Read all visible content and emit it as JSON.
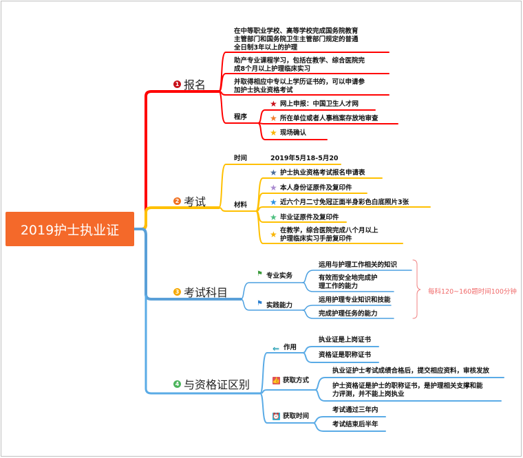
{
  "root": "2019护士执业证",
  "branches": [
    {
      "num": "1",
      "label": "报名",
      "color": "#ff0000",
      "items": [
        "在中等职业学校、高等学校完成国务院教育",
        "主管部门和国务院卫生主管部门规定的普通",
        "全日制3年以上的护理",
        "助产专业课程学习，包括在教学、综合医院完",
        "成8个月以上护理临床实习",
        "并取得相应中专以上学历证书的，可以申请参",
        "加护士执业资格考试"
      ],
      "process_label": "程序",
      "process": [
        "网上申报：中国卫生人才网",
        "所在单位或者人事档案存放地审查",
        "现场确认"
      ]
    },
    {
      "num": "2",
      "label": "考试",
      "color": "#ffc000",
      "time_label": "时间",
      "time_value": "2019年5月18-5月20",
      "materials_label": "材料",
      "materials": [
        "护士执业资格考试报名申请表",
        "本人身份证原件及复印件",
        "近六个月二寸免冠正面半身彩色白底照片3张",
        "毕业证原件及复印件",
        "在教学，综合医院完成八个月以上",
        "护理临床实习手册复印件"
      ]
    },
    {
      "num": "3",
      "label": "考试科目",
      "color": "#4a9fe0",
      "subjects": [
        {
          "label": "专业实务",
          "items": [
            "运用与护理工作相关的知识",
            "有效而安全地完成护",
            "理工作的能力"
          ]
        },
        {
          "label": "实践能力",
          "items": [
            "运用护理专业知识和技能",
            "完成护理任务的能力"
          ]
        }
      ],
      "note": "每科120~160题时间100分钟"
    },
    {
      "num": "4",
      "label": "与资格证区别",
      "color": "#5aabe6",
      "groups": [
        {
          "label": "作用",
          "items": [
            "执业证是上岗证书",
            "资格证是职称证书"
          ]
        },
        {
          "label": "获取方式",
          "items": [
            "执业证护士考试成绩合格后，提交相应资料，审核发放",
            "护士资格证是护士的职称证书，是护理相关支撑和能",
            "力评测，并不能上岗执业"
          ]
        },
        {
          "label": "获取时间",
          "items": [
            "考试通过三年内",
            "考试结束后半年"
          ]
        }
      ]
    }
  ]
}
